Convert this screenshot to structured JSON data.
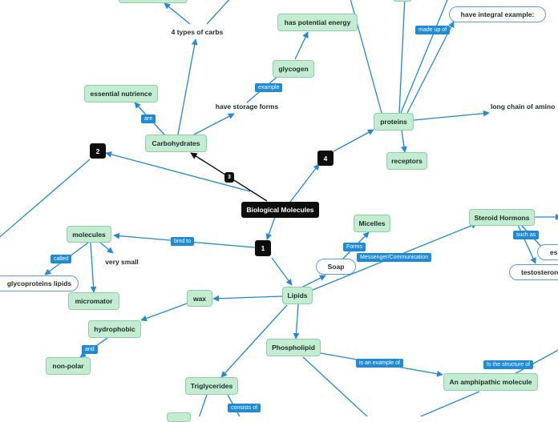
{
  "nodes": {
    "root": "Biological Molecules",
    "n1": "1",
    "n2": "2",
    "n3": "3",
    "n4": "4",
    "carbohydrates": "Carbohydrates",
    "essential": "essential nutrience",
    "types_carbs": "4 types of carbs",
    "storage": "have storage forms",
    "glycogen": "glycogen",
    "potential": "has potential energy",
    "proteins": "proteins",
    "receptors": "receptors",
    "long_chain": "long chain of amino",
    "integral": "have integral example:",
    "molecules": "molecules",
    "glyco": "glycoproteins lipids",
    "very_small": "very small",
    "micromator": "micromator",
    "wax": "wax",
    "hydrophobic": "hydrophobic",
    "nonpolar": "non-polar",
    "lipids": "Lipids",
    "soap": "Soap",
    "micelles": "Micelles",
    "steroid": "Steroid Hormons",
    "es": "es",
    "testosterone": "testosteron",
    "phospholipid": "Phospholipid",
    "amphipathic": "An amphipathic molecule",
    "triglycerides": "Triglycerides"
  },
  "labels": {
    "are": "are",
    "example": "example",
    "made_up_of": "made up of",
    "bind_to": "bind to",
    "called": "called",
    "and": "and",
    "forms": "Forms",
    "messenger": "Messenger/Communication",
    "such_as": "such as",
    "is_example_of": "is an example of",
    "is_structure_of": "Is the structure of",
    "consists_of": "consists of"
  },
  "colors": {
    "link": "#1f8ad6",
    "dark_link": "#111111",
    "node_fill": "#c4ecd0",
    "node_border": "#8fceaa",
    "label_fill": "#1f8ad6"
  }
}
